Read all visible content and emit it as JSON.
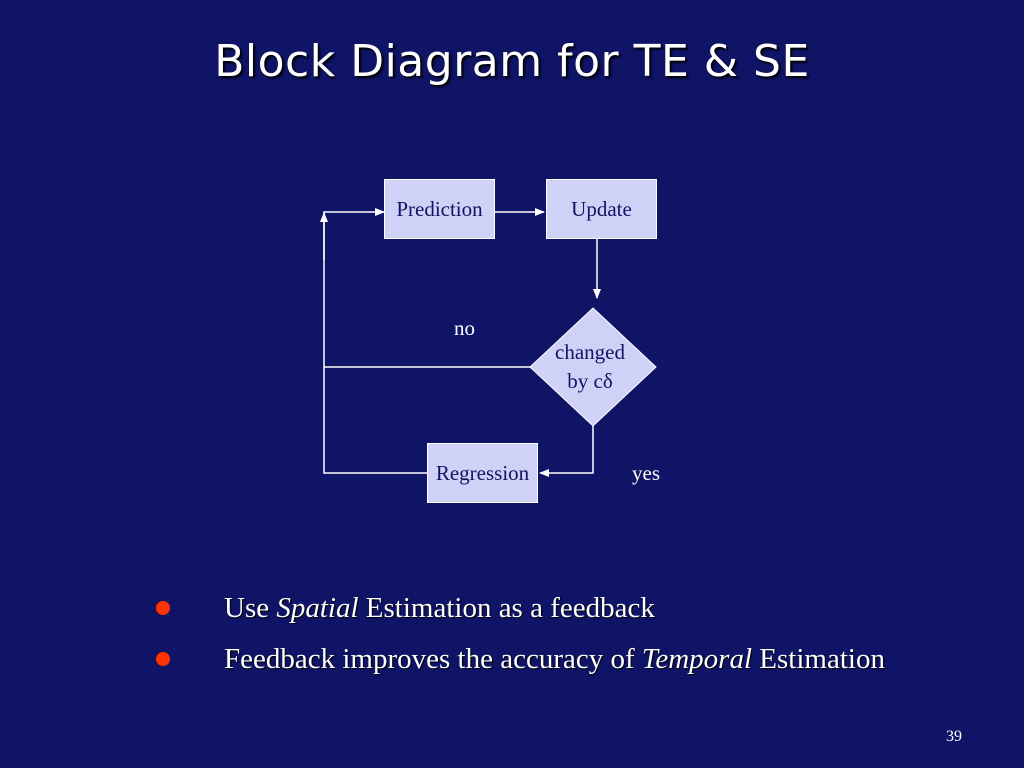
{
  "slide": {
    "title": "Block Diagram for TE & SE",
    "page_number": "39"
  },
  "diagram": {
    "nodes": {
      "prediction": "Prediction",
      "update": "Update",
      "decision_line1": "changed",
      "decision_line2": "by cδ",
      "regression": "Regression"
    },
    "edges": {
      "no_label": "no",
      "yes_label": "yes"
    }
  },
  "bullets": [
    {
      "before": "Use ",
      "emphasis": "Spatial",
      "after": " Estimation as a feedback"
    },
    {
      "before": "Feedback improves the accuracy of ",
      "emphasis": "Temporal",
      "after": " Estimation"
    }
  ],
  "colors": {
    "background": "#0f1466",
    "box_fill": "#cfd1f7",
    "bullet": "#ff3300",
    "line": "#ffffff"
  }
}
